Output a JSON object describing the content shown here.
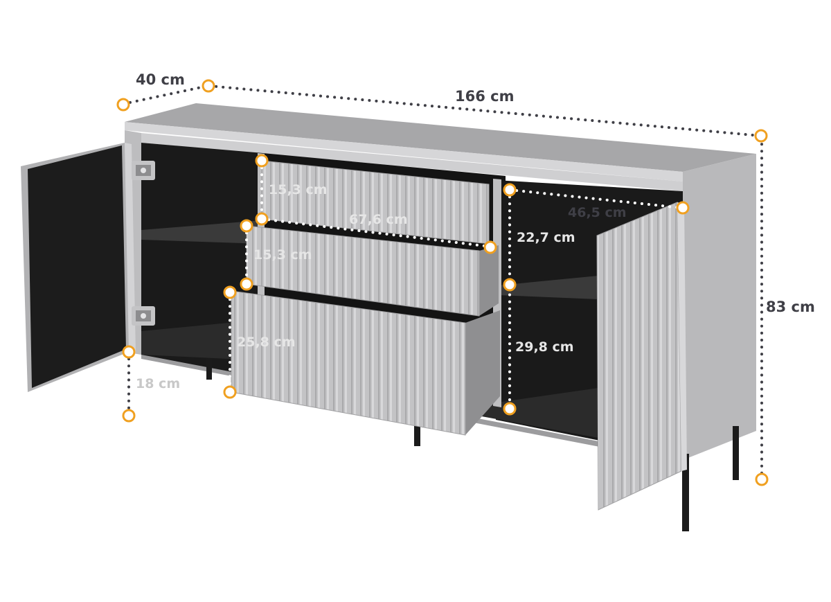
{
  "colors": {
    "body_grey": "#c9c9cb",
    "top_grey": "#a6a6a8",
    "interior_black": "#1a1a1a",
    "leg_black": "#1b1b1b",
    "marker_orange": "#f0a020",
    "dimension_line": "#3f3f46",
    "inner_dimension_line": "#ffffff"
  },
  "dimensions": {
    "depth": "40 cm",
    "width": "166 cm",
    "height": "83 cm",
    "drawer_top_height": "15,3 cm",
    "drawer_width": "67,6 cm",
    "drawer_middle_height": "15,3 cm",
    "drawer_bottom_height": "25,8 cm",
    "leg_height": "18 cm",
    "shelf_depth": "46,5 cm",
    "upper_compartment_height": "22,7 cm",
    "lower_compartment_height": "29,8 cm"
  },
  "icons": {
    "marker": "circle-marker-icon",
    "hinge": "hinge-icon"
  }
}
